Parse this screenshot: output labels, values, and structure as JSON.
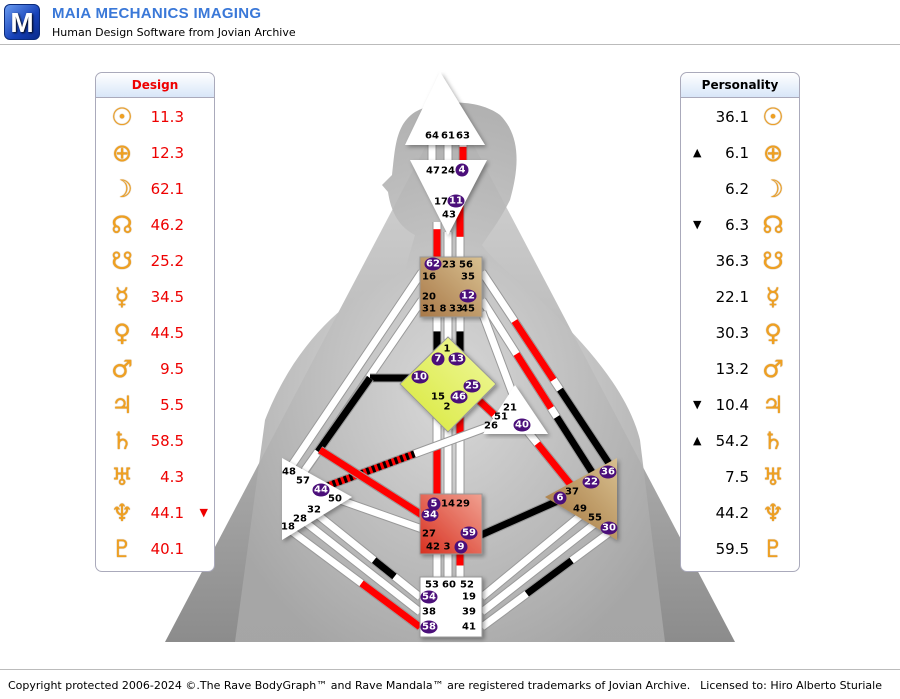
{
  "header": {
    "logo": "M",
    "title": "MAIA MECHANICS IMAGING",
    "subtitle": "Human Design Software from Jovian Archive"
  },
  "design": {
    "title": "Design",
    "rows": [
      {
        "planet": "sun-icon",
        "glyph": "☉",
        "value": "11.3",
        "arrow": ""
      },
      {
        "planet": "earth-icon",
        "glyph": "⊕",
        "value": "12.3",
        "arrow": ""
      },
      {
        "planet": "moon-icon",
        "glyph": "☽",
        "value": "62.1",
        "arrow": ""
      },
      {
        "planet": "north-node-icon",
        "glyph": "☊",
        "value": "46.2",
        "arrow": ""
      },
      {
        "planet": "south-node-icon",
        "glyph": "☋",
        "value": "25.2",
        "arrow": ""
      },
      {
        "planet": "mercury-icon",
        "glyph": "☿",
        "value": "34.5",
        "arrow": ""
      },
      {
        "planet": "venus-icon",
        "glyph": "♀",
        "value": "44.5",
        "arrow": ""
      },
      {
        "planet": "mars-icon",
        "glyph": "♂",
        "value": "9.5",
        "arrow": ""
      },
      {
        "planet": "jupiter-icon",
        "glyph": "♃",
        "value": "5.5",
        "arrow": ""
      },
      {
        "planet": "saturn-icon",
        "glyph": "♄",
        "value": "58.5",
        "arrow": ""
      },
      {
        "planet": "uranus-icon",
        "glyph": "♅",
        "value": "4.3",
        "arrow": ""
      },
      {
        "planet": "neptune-icon",
        "glyph": "♆",
        "value": "44.1",
        "arrow": "▼"
      },
      {
        "planet": "pluto-icon",
        "glyph": "♇",
        "value": "40.1",
        "arrow": ""
      }
    ]
  },
  "personality": {
    "title": "Personality",
    "rows": [
      {
        "planet": "sun-icon",
        "glyph": "☉",
        "value": "36.1",
        "arrow": ""
      },
      {
        "planet": "earth-icon",
        "glyph": "⊕",
        "value": "6.1",
        "arrow": "▲"
      },
      {
        "planet": "moon-icon",
        "glyph": "☽",
        "value": "6.2",
        "arrow": ""
      },
      {
        "planet": "north-node-icon",
        "glyph": "☊",
        "value": "6.3",
        "arrow": "▼"
      },
      {
        "planet": "south-node-icon",
        "glyph": "☋",
        "value": "36.3",
        "arrow": ""
      },
      {
        "planet": "mercury-icon",
        "glyph": "☿",
        "value": "22.1",
        "arrow": ""
      },
      {
        "planet": "venus-icon",
        "glyph": "♀",
        "value": "30.3",
        "arrow": ""
      },
      {
        "planet": "mars-icon",
        "glyph": "♂",
        "value": "13.2",
        "arrow": ""
      },
      {
        "planet": "jupiter-icon",
        "glyph": "♃",
        "value": "10.4",
        "arrow": "▼"
      },
      {
        "planet": "saturn-icon",
        "glyph": "♄",
        "value": "54.2",
        "arrow": "▲"
      },
      {
        "planet": "uranus-icon",
        "glyph": "♅",
        "value": "7.5",
        "arrow": ""
      },
      {
        "planet": "neptune-icon",
        "glyph": "♆",
        "value": "44.2",
        "arrow": ""
      },
      {
        "planet": "pluto-icon",
        "glyph": "♇",
        "value": "59.5",
        "arrow": ""
      }
    ]
  },
  "bodygraph": {
    "gates": [
      "64",
      "61",
      "63",
      "47",
      "24",
      "4",
      "17",
      "11",
      "43",
      "62",
      "23",
      "56",
      "16",
      "35",
      "20",
      "12",
      "31",
      "8",
      "33",
      "45",
      "1",
      "7",
      "13",
      "10",
      "25",
      "15",
      "46",
      "2",
      "21",
      "51",
      "26",
      "40",
      "48",
      "57",
      "44",
      "50",
      "32",
      "28",
      "18",
      "5",
      "14",
      "29",
      "34",
      "27",
      "59",
      "42",
      "3",
      "9",
      "36",
      "22",
      "37",
      "6",
      "49",
      "55",
      "30",
      "53",
      "60",
      "52",
      "54",
      "19",
      "38",
      "39",
      "58",
      "41"
    ],
    "activated": [
      "4",
      "11",
      "62",
      "12",
      "7",
      "13",
      "10",
      "25",
      "46",
      "40",
      "44",
      "5",
      "34",
      "59",
      "9",
      "36",
      "22",
      "6",
      "30",
      "54",
      "58"
    ],
    "colors": {
      "design": "#ff0000",
      "personality": "#000000",
      "activated_gate": "#4b0f7a",
      "throat": "#b08850",
      "g": "#e0ec50",
      "sacral": "#e05040",
      "solar": "#b89060"
    }
  },
  "footer": {
    "copyright": "Copyright protected 2006-2024 ©.The Rave BodyGraph™ and Rave Mandala™ are registered trademarks of Jovian Archive.",
    "license": "Licensed to: Hiro Alberto Sturiale"
  }
}
